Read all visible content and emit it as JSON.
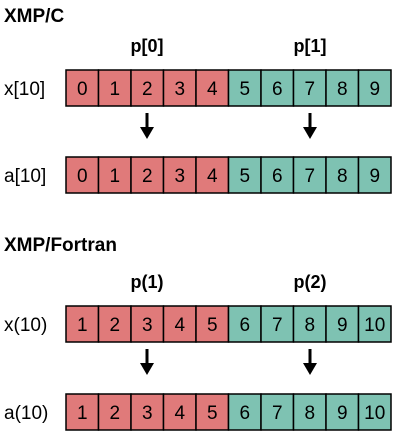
{
  "colors": {
    "p0": "#e07a7a",
    "p1": "#7ec2b2",
    "border": "#000000"
  },
  "sections": [
    {
      "heading": "XMP/C",
      "proc_labels": [
        "p[0]",
        "p[1]"
      ],
      "arrays": [
        {
          "label": "x[10]",
          "cells": [
            "0",
            "1",
            "2",
            "3",
            "4",
            "5",
            "6",
            "7",
            "8",
            "9"
          ]
        },
        {
          "label": "a[10]",
          "cells": [
            "0",
            "1",
            "2",
            "3",
            "4",
            "5",
            "6",
            "7",
            "8",
            "9"
          ]
        }
      ]
    },
    {
      "heading": "XMP/Fortran",
      "proc_labels": [
        "p(1)",
        "p(2)"
      ],
      "arrays": [
        {
          "label": "x(10)",
          "cells": [
            "1",
            "2",
            "3",
            "4",
            "5",
            "6",
            "7",
            "8",
            "9",
            "10"
          ]
        },
        {
          "label": "a(10)",
          "cells": [
            "1",
            "2",
            "3",
            "4",
            "5",
            "6",
            "7",
            "8",
            "9",
            "10"
          ]
        }
      ]
    }
  ]
}
